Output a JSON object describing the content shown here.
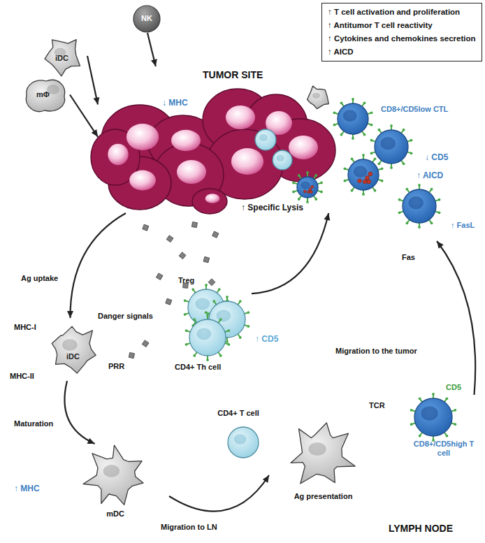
{
  "diagram": {
    "nodes": [
      {
        "text": [
          "↑ T cell activation and proliferation",
          "↑ Antitumor T cell reactivity",
          "↑ Cytokines and chemokines secretion",
          "↑ AICD"
        ]
      },
      {
        "text": [
          "NK"
        ]
      },
      {
        "text": [
          "iDC"
        ]
      },
      {
        "text": [
          "mΦ"
        ]
      },
      {
        "text": [
          "TUMOR SITE"
        ]
      },
      {
        "text": [
          "iDC"
        ]
      },
      {
        "text": [
          "mDC"
        ]
      },
      {
        "text": [
          "Ag presentation"
        ]
      },
      {
        "text": [
          "CD8+/CD5high T cell"
        ]
      },
      {
        "text": [
          "Treg",
          "CD4+ Th cell"
        ]
      },
      {
        "text": [
          "CD4+ T cell"
        ]
      },
      {
        "text": [
          "CD8+/CD5low CTL"
        ]
      }
    ],
    "edges": [
      {
        "from": 1,
        "to": 4,
        "arrow": "to"
      },
      {
        "from": 2,
        "to": 4,
        "arrow": "to"
      },
      {
        "from": 3,
        "to": 4,
        "arrow": "to"
      },
      {
        "from": 4,
        "to": 5,
        "label": "Ag uptake",
        "arrow": "to"
      },
      {
        "from": 5,
        "to": 6,
        "label": "Maturation",
        "arrow": "to"
      },
      {
        "from": 6,
        "to": 7,
        "label": "Migration to LN",
        "arrow": "to"
      },
      {
        "from": 8,
        "to": 11,
        "label": "Migration to the tumor",
        "arrow": "to"
      },
      {
        "from": 9,
        "to": 4,
        "arrow": "to"
      }
    ],
    "labels": [
      "↓ MHC",
      "↓ CD5",
      "↑ AICD",
      "↑ FasL",
      "Fas",
      "↑ Specific Lysis",
      "Danger signals",
      "MHC-I",
      "PRR",
      "MHC-II",
      "↑ CD5",
      "TCR",
      "CD5",
      "↑ MHC",
      "LYMPH NODE"
    ]
  }
}
